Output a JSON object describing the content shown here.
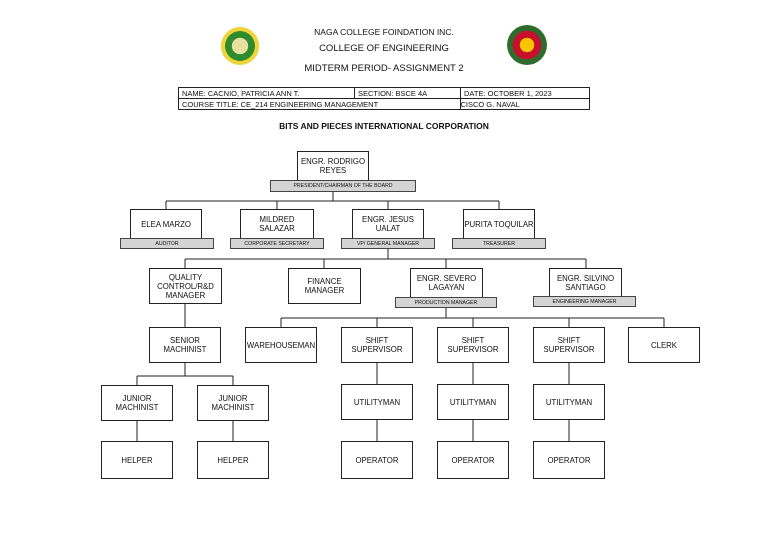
{
  "header": {
    "line1": "NAGA COLLEGE FOINDATION INC.",
    "line2": "COLLEGE OF ENGINEERING",
    "line3": "MIDTERM PERIOD- ASSIGNMENT 2"
  },
  "info": {
    "name": "NAME: CACNIO, PATRICIA ANN T.",
    "section": "SECTION: BSCE 4A",
    "date": "DATE: OCTOBER 1, 2023",
    "course": "COURSE TITLE: CE_214 ENGINEERING MANAGEMENT",
    "instructor": "INSTRUCTOR: ENGR. FRANCISCO G. NAVAL"
  },
  "company": "BITS AND PIECES INTERNATIONAL CORPORATION",
  "chart": {
    "president": {
      "name": "ENGR. RODRIGO REYES",
      "title": "PRESIDENT/CHAIRMAN OF THE BOARD"
    },
    "auditor": {
      "name": "ELEA MARZO",
      "title": "AUDITOR"
    },
    "secretary": {
      "name": "MILDRED SALAZAR",
      "title": "CORPORATE SECRETARY"
    },
    "vp": {
      "name": "ENGR. JESUS UALAT",
      "title": "VP/ GENERAL MANAGER"
    },
    "treasurer": {
      "name": "PURITA TOQUILAR",
      "title": "TREASURER"
    },
    "qc": "QUALITY CONTROL/R&D MANAGER",
    "finance": "FINANCE MANAGER",
    "production": {
      "name": "ENGR. SEVERO LAGAYAN",
      "title": "PRODUCTION MANAGER"
    },
    "engineering": {
      "name": "ENGR. SILVINO SANTIAGO",
      "title": "ENGINEERING MANAGER"
    },
    "senior_machinist": "SENIOR MACHINIST",
    "junior_machinist": "JUNIOR MACHINIST",
    "helper": "HELPER",
    "warehouseman": "WAREHOUSEMAN",
    "shift_supervisor": "SHIFT SUPERVISOR",
    "clerk": "CLERK",
    "utilityman": "UTILITYMAN",
    "operator": "OPERATOR"
  },
  "colors": {
    "tag_fill": "#d4d4d4",
    "seal_left": "#2e8b2e",
    "seal_right": "#c8102e"
  }
}
